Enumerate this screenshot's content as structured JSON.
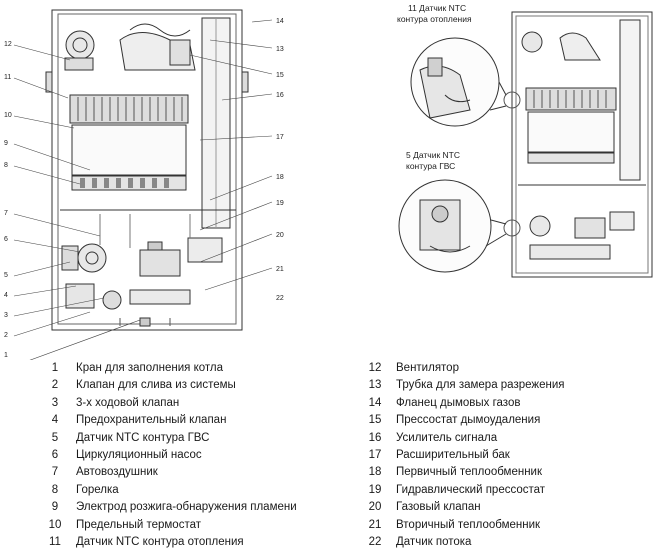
{
  "callouts_main": [
    "14",
    "13",
    "12",
    "15",
    "16",
    "11",
    "17",
    "10",
    "18",
    "9",
    "8",
    "19",
    "20",
    "7",
    "21",
    "6",
    "5",
    "22",
    "4",
    "3",
    "2",
    "1"
  ],
  "insets": {
    "top_label": "11 Датчик NTC\nконтура отопления",
    "bottom_label": "5 Датчик NTC\nконтура ГВС"
  },
  "legend": {
    "left": [
      {
        "n": "1",
        "t": "Кран для заполнения котла"
      },
      {
        "n": "2",
        "t": "Клапан для слива из системы"
      },
      {
        "n": "3",
        "t": "3-х ходовой клапан"
      },
      {
        "n": "4",
        "t": "Предохранительный клапан"
      },
      {
        "n": "5",
        "t": "Датчик NTC контура ГВС"
      },
      {
        "n": "6",
        "t": "Циркуляционный насос"
      },
      {
        "n": "7",
        "t": "Автовоздушник"
      },
      {
        "n": "8",
        "t": "Горелка"
      },
      {
        "n": "9",
        "t": "Электрод розжига-обнаружения пламени"
      },
      {
        "n": "10",
        "t": "Предельный термостат"
      },
      {
        "n": "11",
        "t": "Датчик NTC контура отопления"
      }
    ],
    "right": [
      {
        "n": "12",
        "t": "Вентилятор"
      },
      {
        "n": "13",
        "t": "Трубка для замера разрежения"
      },
      {
        "n": "14",
        "t": "Фланец дымовых газов"
      },
      {
        "n": "15",
        "t": "Прессостат дымоудаления"
      },
      {
        "n": "16",
        "t": "Усилитель сигнала"
      },
      {
        "n": "17",
        "t": "Расширительный бак"
      },
      {
        "n": "18",
        "t": "Первичный теплообменник"
      },
      {
        "n": "19",
        "t": "Гидравлический прессостат"
      },
      {
        "n": "20",
        "t": "Газовый клапан"
      },
      {
        "n": "21",
        "t": "Вторичный теплообменник"
      },
      {
        "n": "22",
        "t": "Датчик потока"
      }
    ]
  }
}
